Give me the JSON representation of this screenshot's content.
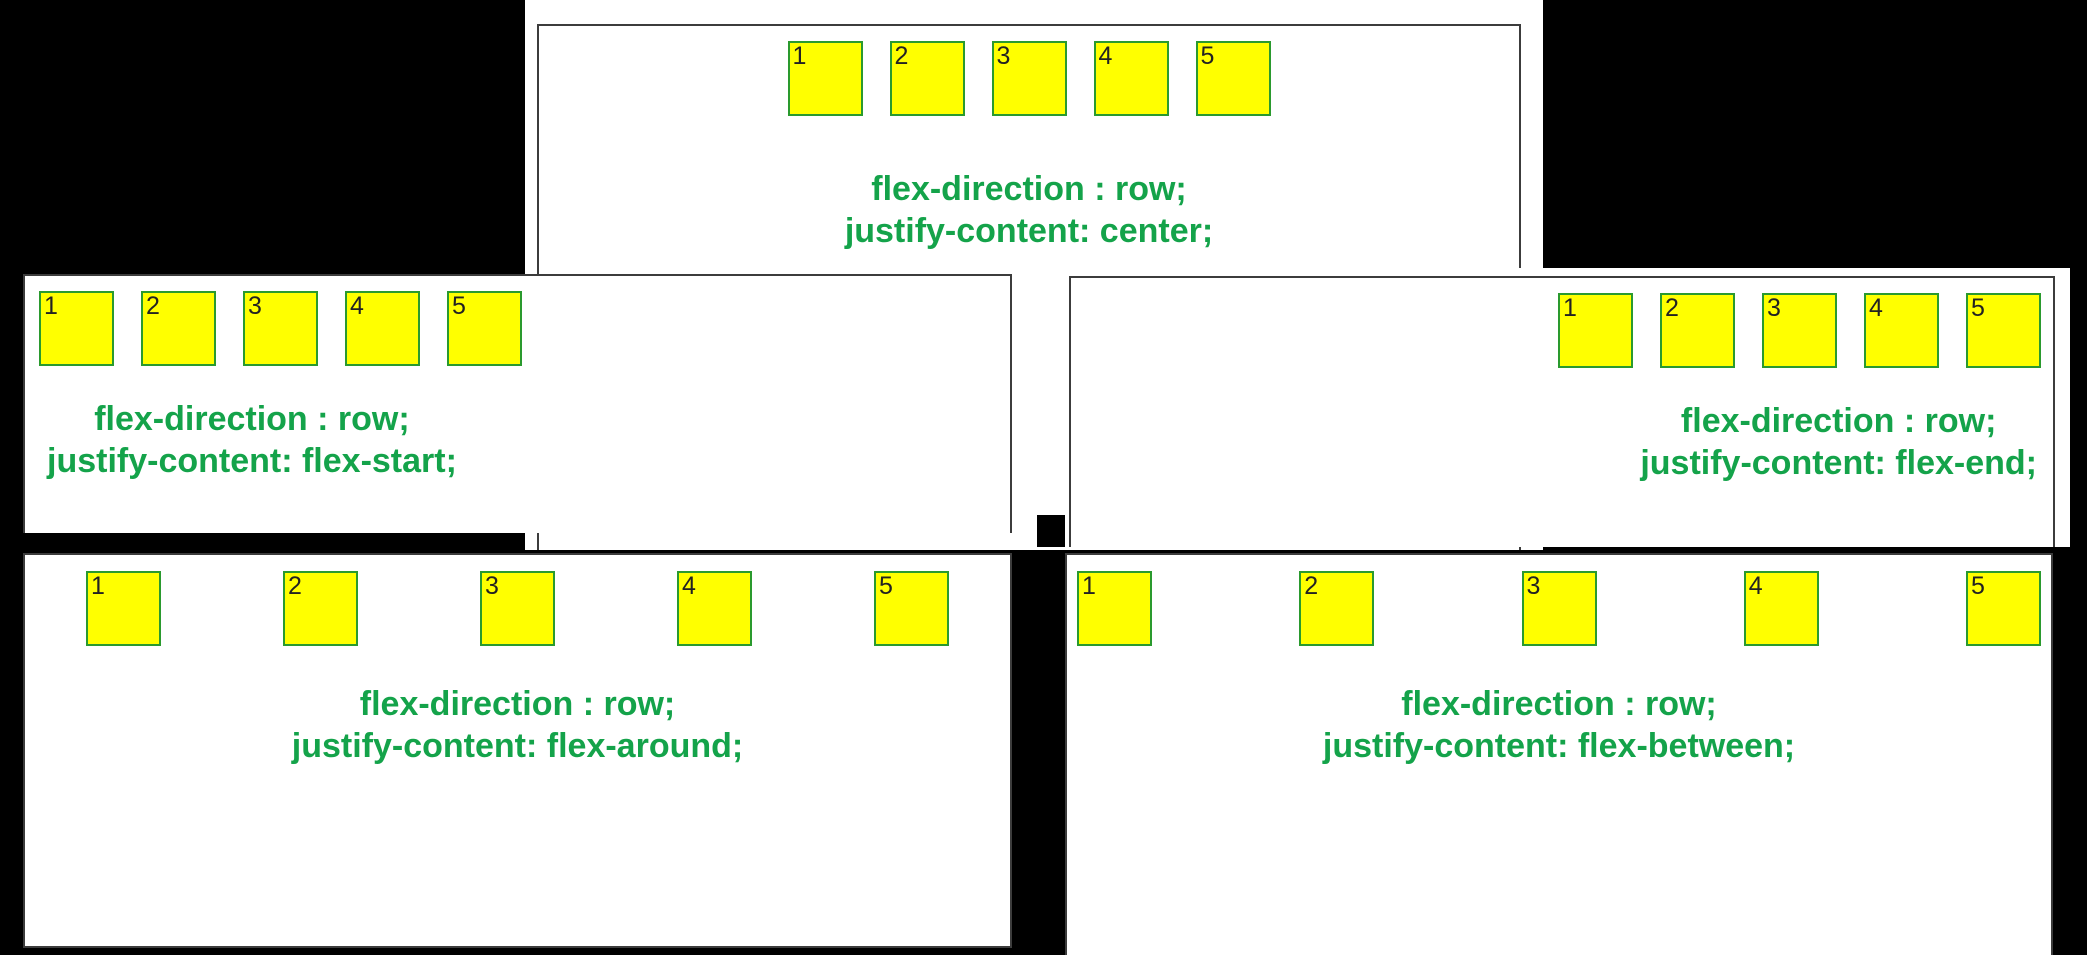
{
  "colors": {
    "background": "#000000",
    "panel_background": "#ffffff",
    "panel_border": "#3c3c3c",
    "box_fill": "#ffff00",
    "box_border": "#2a9a2e",
    "box_number": "#222222",
    "caption_green": "#14a34a"
  },
  "panels": {
    "center": {
      "lines": [
        "flex-direction : row;",
        "justify-content: center;"
      ],
      "boxes": [
        "1",
        "2",
        "3",
        "4",
        "5"
      ]
    },
    "flex_start": {
      "lines": [
        "flex-direction : row;",
        "justify-content: flex-start;"
      ],
      "boxes": [
        "1",
        "2",
        "3",
        "4",
        "5"
      ]
    },
    "flex_end": {
      "lines": [
        "flex-direction : row;",
        "justify-content: flex-end;"
      ],
      "boxes": [
        "1",
        "2",
        "3",
        "4",
        "5"
      ]
    },
    "flex_around": {
      "lines": [
        "flex-direction : row;",
        "justify-content: flex-around;"
      ],
      "boxes": [
        "1",
        "2",
        "3",
        "4",
        "5"
      ]
    },
    "flex_between": {
      "lines": [
        "flex-direction : row;",
        "justify-content: flex-between;"
      ],
      "boxes": [
        "1",
        "2",
        "3",
        "4",
        "5"
      ]
    }
  }
}
